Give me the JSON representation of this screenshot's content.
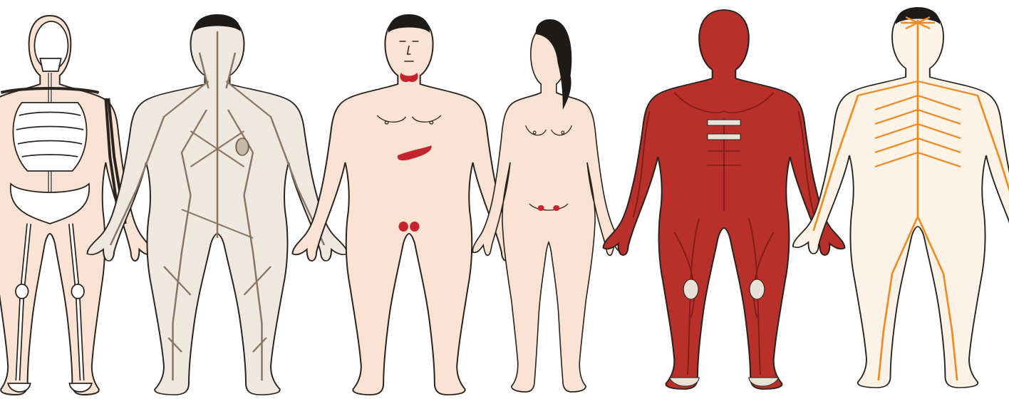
{
  "colors": {
    "skin": "#fbe3d3",
    "outline": "#2a2420",
    "bone": "#ffffff",
    "lymph": "#8c7560",
    "gland": "#c4242b",
    "muscle": "#b9302b",
    "muscle_dark": "#7f1c17",
    "tendon": "#e7e1d8",
    "nerve": "#f0891e",
    "hair": "#1e1a18"
  },
  "figures": [
    {
      "system": "skeletal",
      "icon": "skeleton-icon"
    },
    {
      "system": "lymphatic",
      "icon": "lymph-vessels-icon"
    },
    {
      "system": "endocrine-male",
      "icon": "glands-icon"
    },
    {
      "system": "endocrine-female",
      "icon": "ovaries-icon"
    },
    {
      "system": "muscular",
      "icon": "muscles-icon"
    },
    {
      "system": "nervous",
      "icon": "nerves-icon"
    }
  ]
}
